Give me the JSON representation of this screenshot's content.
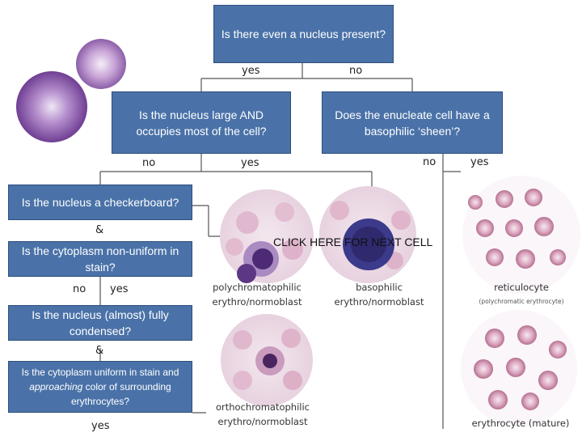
{
  "boxes": {
    "nucleus_present": "Is there even a nucleus present?",
    "nucleus_large": "Is the nucleus large AND occupies most of the cell?",
    "basophilic_sheen": "Does the enucleate cell have a basophilic ‘sheen’?",
    "checkerboard": "Is the nucleus a checkerboard?",
    "cytoplasm_nonuniform": "Is the cytoplasm non-uniform in stain?",
    "fully_condensed": "Is the nucleus (almost) fully condensed?",
    "cytoplasm_uniform_pre": "Is the cytoplasm uniform in stain and ",
    "cytoplasm_uniform_em": "approaching",
    "cytoplasm_uniform_post": " color of surrounding erythrocytes?"
  },
  "labels": {
    "yes_top": "yes",
    "no_top": "no",
    "no_mid": "no",
    "yes_mid": "yes",
    "no_right": "no",
    "yes_right": "yes",
    "amp1": "&",
    "no_left": "no",
    "yes_left": "yes",
    "amp2": "&",
    "yes_bottom": "yes"
  },
  "captions": {
    "polychromatophilic_1": "polychromatophilic",
    "polychromatophilic_2": "erythro/normoblast",
    "basophilic_1": "basophilic",
    "basophilic_2": "erythro/normoblast",
    "reticulocyte": "reticulocyte",
    "reticulocyte_sub": "(polychromatic erythrocyte)",
    "orthochromatophilic_1": "orthochromatophilic",
    "orthochromatophilic_2": "erythro/normoblast",
    "erythrocyte": "erythrocyte (mature)"
  },
  "next_link": "CLICK HERE FOR NEXT CELL",
  "colors": {
    "box_fill": "#4a72a8",
    "box_border": "#2e4f7c",
    "cell_purple": "#8a4fa3",
    "rbc_pink": "#d9a6c0",
    "connector": "#555555"
  }
}
